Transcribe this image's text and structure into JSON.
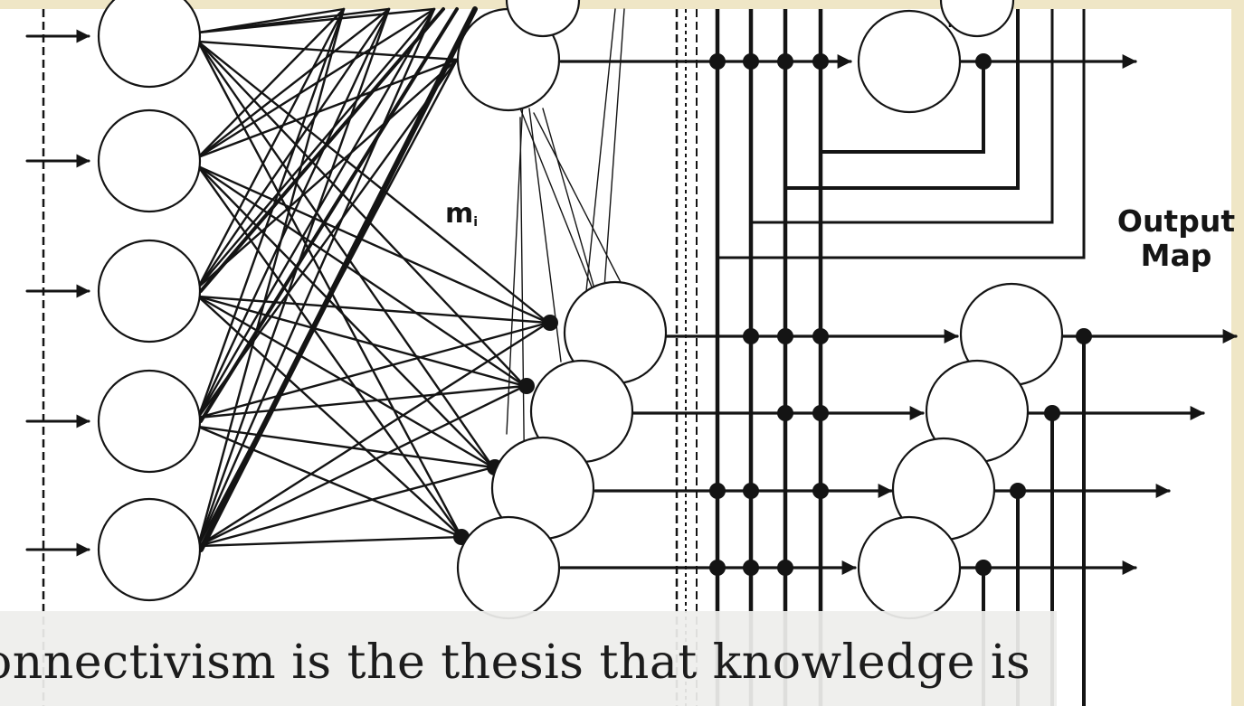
{
  "diagram": {
    "output_map_label": [
      "Output",
      "Map"
    ],
    "weight_label": "m",
    "weight_subscript": "i"
  },
  "caption": {
    "text": "onnectivism is the thesis that knowledge is"
  },
  "colors": {
    "background_frame": "#efe6c6",
    "diagram_background": "#ffffff",
    "line": "#141414",
    "caption_bar": "#eeeeec",
    "caption_text": "#1c1c1c"
  }
}
